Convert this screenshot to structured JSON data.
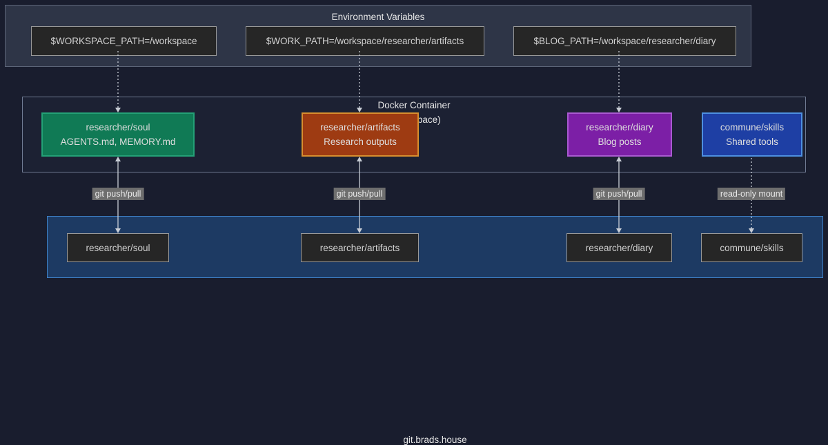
{
  "colors": {
    "page_bg": "#191d2e",
    "env_panel_bg": "#2e3547",
    "env_panel_border": "#5c6578",
    "node_dark_bg": "#262626",
    "node_dark_border": "#999999",
    "docker_panel_bg": "#1c2133",
    "docker_panel_border": "#6f7a92",
    "git_panel_bg": "#1d3a63",
    "git_panel_border": "#3f82c9",
    "soul_bg": "#107a55",
    "soul_border": "#23a176",
    "artifacts_bg": "#9e3b12",
    "artifacts_border": "#d88e2e",
    "diary_bg": "#7c1fa6",
    "diary_border": "#a95ad0",
    "skills_bg": "#1e3fa4",
    "skills_border": "#4d8fe0",
    "arrow": "#c9ced6",
    "edge_label_bg": "#6e6e6e",
    "edge_label_text": "#e9e9e9"
  },
  "env": {
    "title": "Environment Variables",
    "vars": [
      {
        "label": "$WORKSPACE_PATH=/workspace"
      },
      {
        "label": "$WORK_PATH=/workspace/researcher/artifacts"
      },
      {
        "label": "$BLOG_PATH=/workspace/researcher/diary"
      }
    ]
  },
  "docker": {
    "title": "Docker Container",
    "subtitle": "(/workspace)",
    "nodes": [
      {
        "name": "researcher/soul",
        "desc": "AGENTS.md, MEMORY.md"
      },
      {
        "name": "researcher/artifacts",
        "desc": "Research outputs"
      },
      {
        "name": "researcher/diary",
        "desc": "Blog posts"
      },
      {
        "name": "commune/skills",
        "desc": "Shared tools"
      }
    ]
  },
  "git": {
    "title": "git.brads.house",
    "repos": [
      {
        "label": "researcher/soul"
      },
      {
        "label": "researcher/artifacts"
      },
      {
        "label": "researcher/diary"
      },
      {
        "label": "commune/skills"
      }
    ]
  },
  "edges": {
    "push_pull_label": "git push/pull",
    "readonly_label": "read-only mount"
  }
}
